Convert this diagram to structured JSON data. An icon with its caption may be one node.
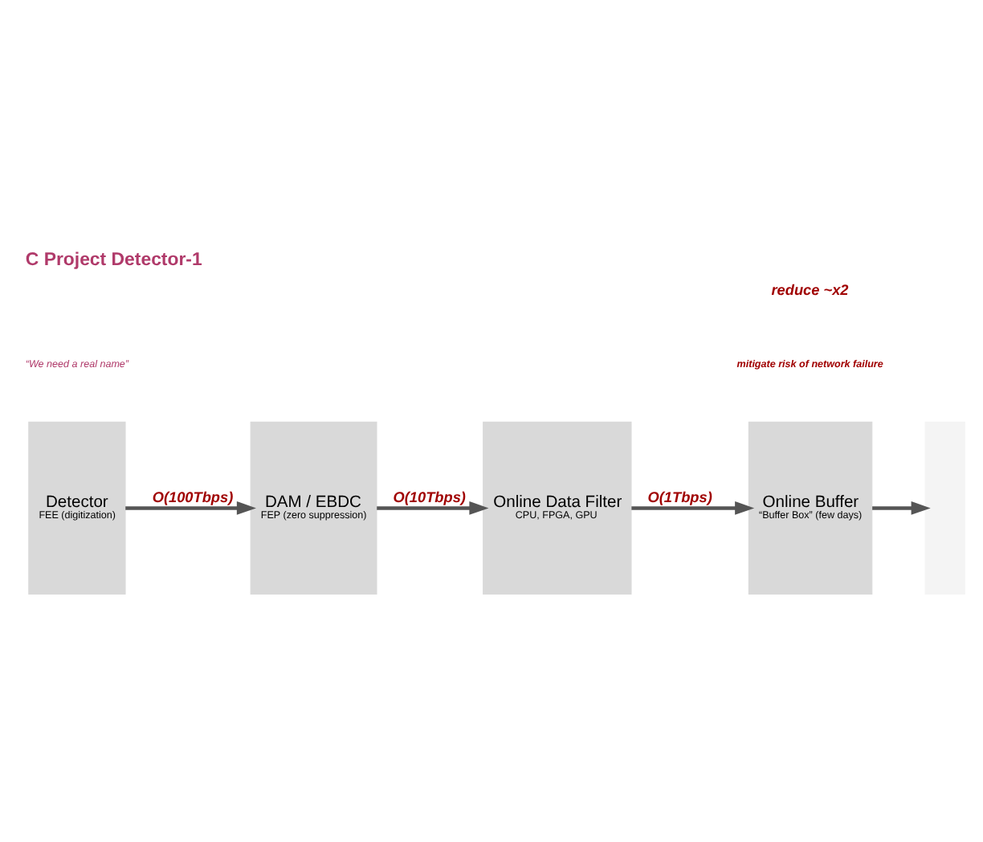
{
  "diagram": {
    "title": "C Project Detector-1",
    "nodes": [
      {
        "text": [
          "Detector",
          "FEE (digitization)"
        ]
      },
      {
        "text": [
          "DAM / EBDC",
          "FEP (zero suppression)"
        ]
      },
      {
        "text": [
          "Online Data Filter",
          "CPU, FPGA, GPU"
        ]
      },
      {
        "text": [
          "Online Buffer",
          "“Buffer Box” (few days)"
        ]
      },
      {
        "text": [],
        "shape": "box"
      }
    ],
    "edges": [
      {
        "from": 0,
        "to": 1,
        "arrow": "to",
        "label": "O(100Tbps)"
      },
      {
        "from": 1,
        "to": 2,
        "arrow": "to",
        "label": "O(10Tbps)"
      },
      {
        "from": 2,
        "to": 3,
        "arrow": "to",
        "label": "O(1Tbps)"
      },
      {
        "from": 3,
        "to": 4,
        "arrow": "to"
      }
    ],
    "labels": [
      "“We need a real name”",
      "reduce ~x2",
      "mitigate risk of network failure"
    ]
  }
}
